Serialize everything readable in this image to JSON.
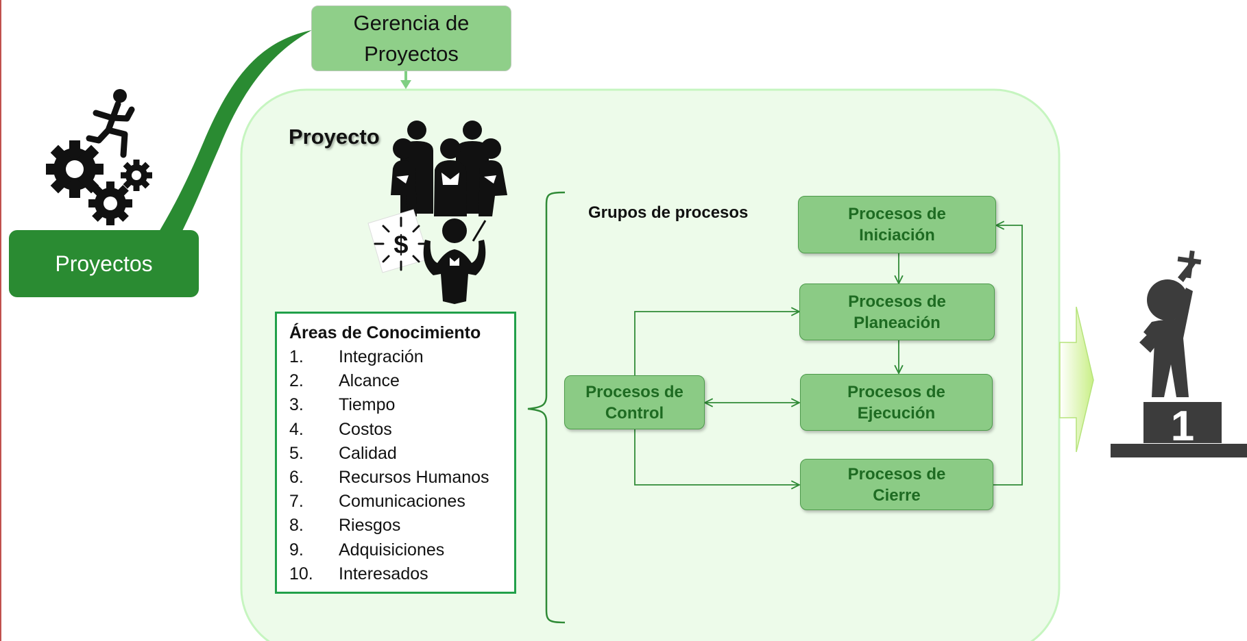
{
  "header": {
    "gerencia_line1": "Gerencia de",
    "gerencia_line2": "Proyectos"
  },
  "portfolio": {
    "label": "Proyectos"
  },
  "project": {
    "title": "Proyecto"
  },
  "areas": {
    "title": "Áreas de Conocimiento",
    "items": [
      {
        "num": "1.",
        "label": "Integración"
      },
      {
        "num": "2.",
        "label": "Alcance"
      },
      {
        "num": "3.",
        "label": "Tiempo"
      },
      {
        "num": "4.",
        "label": "Costos"
      },
      {
        "num": "5.",
        "label": "Calidad"
      },
      {
        "num": "6.",
        "label": "Recursos Humanos"
      },
      {
        "num": "7.",
        "label": "Comunicaciones"
      },
      {
        "num": "8.",
        "label": "Riesgos"
      },
      {
        "num": "9.",
        "label": "Adquisiciones"
      },
      {
        "num": "10.",
        "label": "Interesados"
      }
    ]
  },
  "process_groups": {
    "title": "Grupos de procesos",
    "iniciacion": {
      "line1": "Procesos de",
      "line2": "Iniciación"
    },
    "planeacion": {
      "line1": "Procesos de",
      "line2": "Planeación"
    },
    "ejecucion": {
      "line1": "Procesos de",
      "line2": "Ejecución"
    },
    "cierre": {
      "line1": "Procesos de",
      "line2": "Cierre"
    },
    "control": {
      "line1": "Procesos de",
      "line2": "Control"
    }
  },
  "podium": {
    "place": "1"
  },
  "icons": {
    "runner_gears": "runner-on-gears-icon",
    "team": "team-group-icon",
    "conductor": "conductor-icon",
    "money": "dollar-burst-icon",
    "winner": "winner-podium-icon",
    "arrow": "right-chevron-arrow-icon"
  },
  "colors": {
    "project_bg": "#edfbea",
    "project_border": "#c6f5c0",
    "process_fill": "#8bcb85",
    "process_text": "#1e6b22",
    "connector": "#2f8a36",
    "portfolio": "#2a8b32",
    "areas_border": "#21a04a"
  }
}
